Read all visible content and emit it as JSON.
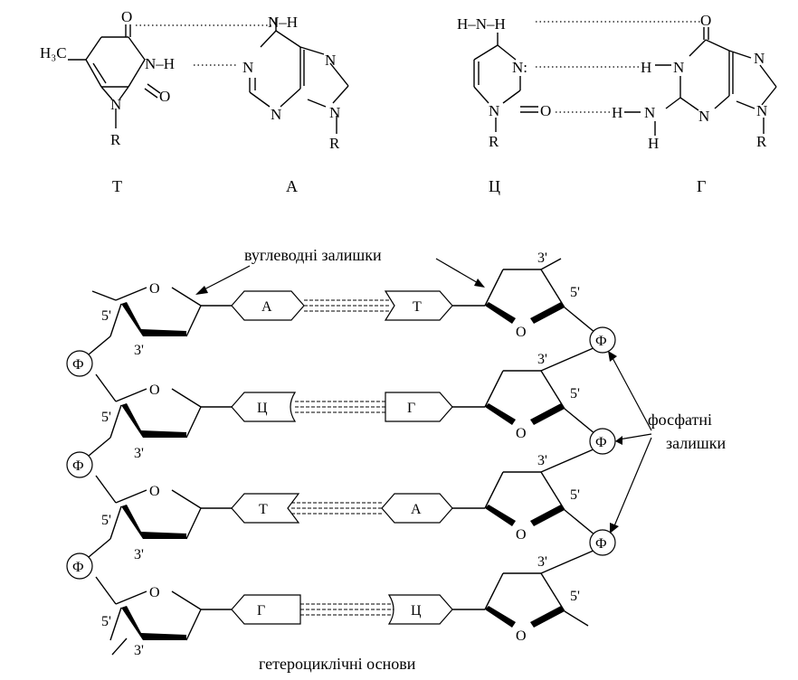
{
  "pairs_top": [
    {
      "left_label": "Т",
      "right_label": "А",
      "left_atoms": {
        "ch3": "H₃C",
        "o_top": "O",
        "nh": "N–H",
        "o_right": "O",
        "n_ring": "N",
        "r": "R"
      },
      "right_atoms": {
        "nh2": "N–H",
        "n1": "N",
        "n_top": "N",
        "n3": "N",
        "n9": "N",
        "r": "R"
      }
    },
    {
      "left_label": "Ц",
      "right_label": "Г",
      "left_atoms": {
        "hnh": "H–N–H",
        "n3": "N:",
        "o": "O",
        "n1": "N",
        "r": "R"
      },
      "right_atoms": {
        "o_top": "O",
        "hn1": "H",
        "n1": "N",
        "n_top": "N",
        "h_nh": "H",
        "n2": "N",
        "h2": "H",
        "n3": "N",
        "n9": "N",
        "r": "R"
      }
    }
  ],
  "labels": {
    "sugar_residues": "вуглеводні залишки",
    "phosphate_residues_1": "фосфатні",
    "phosphate_residues_2": "залишки",
    "heterocyclic_bases": "гетероциклічні основи"
  },
  "strand": {
    "rows": [
      {
        "left_base": "А",
        "right_base": "Т"
      },
      {
        "left_base": "Ц",
        "right_base": "Г"
      },
      {
        "left_base": "Т",
        "right_base": "А"
      },
      {
        "left_base": "Г",
        "right_base": "Ц"
      }
    ],
    "phosphate": "Ф",
    "prime5": "5'",
    "prime3": "3'",
    "ring_o": "O"
  }
}
